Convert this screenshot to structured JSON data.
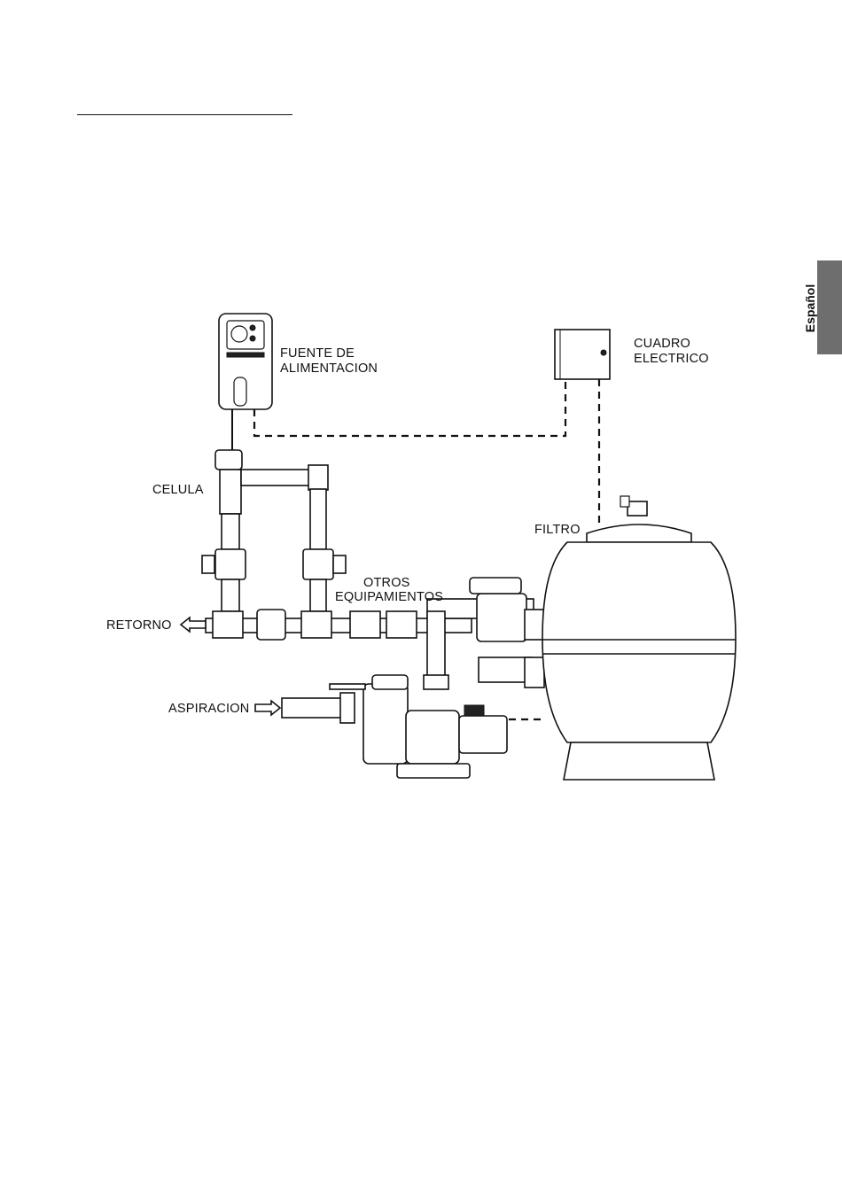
{
  "header": {
    "language_tab": "Español"
  },
  "diagram": {
    "labels": {
      "power_supply_line1": "FUENTE DE",
      "power_supply_line2": "ALIMENTACION",
      "electric_panel_line1": "CUADRO",
      "electric_panel_line2": "ELECTRICO",
      "cell": "CELULA",
      "filter": "FILTRO",
      "other_equipment_line1": "OTROS",
      "other_equipment_line2": "EQUIPAMIENTOS",
      "return": "RETORNO",
      "suction": "ASPIRACION"
    }
  }
}
